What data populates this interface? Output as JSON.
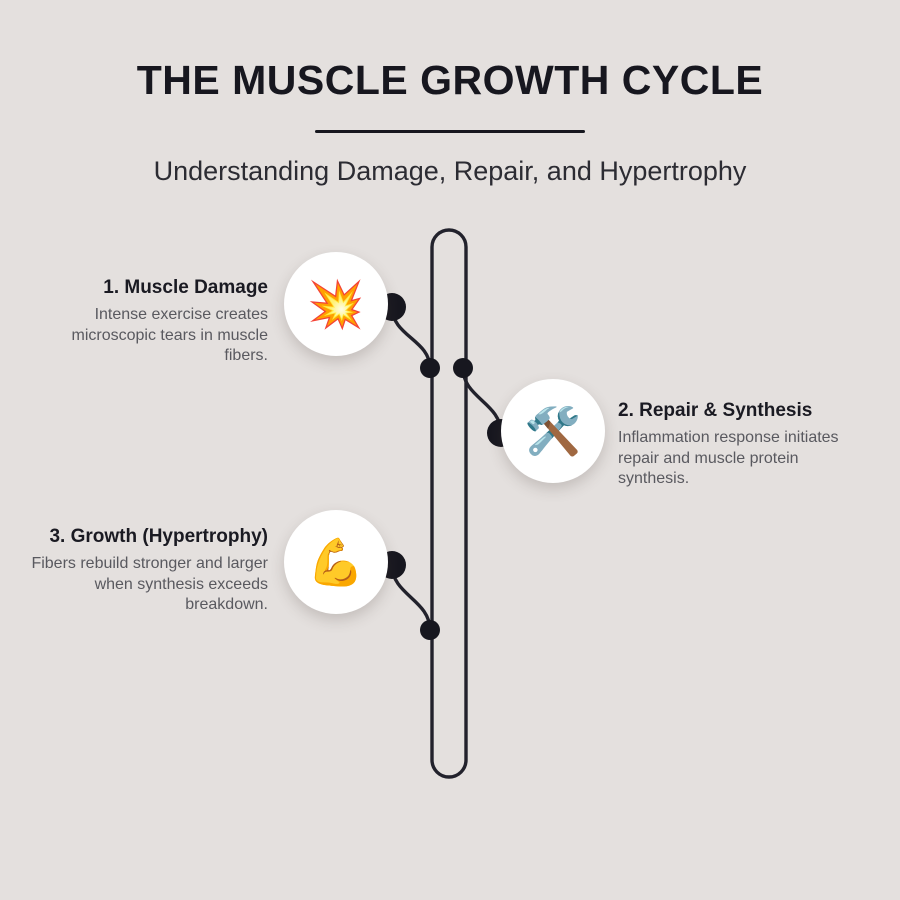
{
  "header": {
    "title": "THE MUSCLE GROWTH CYCLE",
    "subtitle": "Understanding Damage, Repair, and Hypertrophy"
  },
  "theme": {
    "background": "#e4e0de",
    "ink": "#17171f",
    "line": "#22222c",
    "body_text": "#59595f",
    "bubble": "#ffffff"
  },
  "steps": [
    {
      "title": "1. Muscle Damage",
      "description": "Intense exercise creates microscopic tears in muscle fibers.",
      "icon": "collision-explosion-icon",
      "glyph": "💥",
      "side": "left"
    },
    {
      "title": "2. Repair & Synthesis",
      "description": "Inflammation response initiates repair and muscle protein synthesis.",
      "icon": "hammer-and-wrench-icon",
      "glyph": "🛠️",
      "side": "right"
    },
    {
      "title": "3. Growth (Hypertrophy)",
      "description": "Fibers rebuild stronger and larger when synthesis exceeds breakdown.",
      "icon": "flexed-biceps-icon",
      "glyph": "💪",
      "side": "left"
    }
  ]
}
